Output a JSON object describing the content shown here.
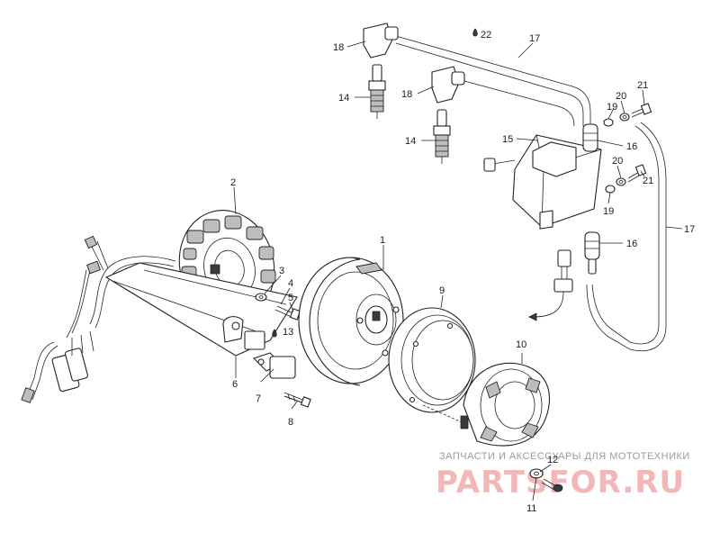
{
  "callouts": {
    "c1": "1",
    "c2": "2",
    "c3": "3",
    "c4": "4",
    "c5": "5",
    "c6": "6",
    "c7": "7",
    "c8": "8",
    "c9": "9",
    "c10": "10",
    "c11": "11",
    "c12": "12",
    "c13": "13",
    "c14a": "14",
    "c14b": "14",
    "c15": "15",
    "c16a": "16",
    "c16b": "16",
    "c17a": "17",
    "c17b": "17",
    "c18a": "18",
    "c18b": "18",
    "c19a": "19",
    "c19b": "19",
    "c20a": "20",
    "c20b": "20",
    "c21a": "21",
    "c21b": "21",
    "c22": "22"
  },
  "watermark": {
    "tagline": "ЗАПЧАСТИ И АКСЕССУАРЫ ДЛЯ МОТОТЕХНИКИ",
    "brand": "PARTSFOR.RU"
  }
}
